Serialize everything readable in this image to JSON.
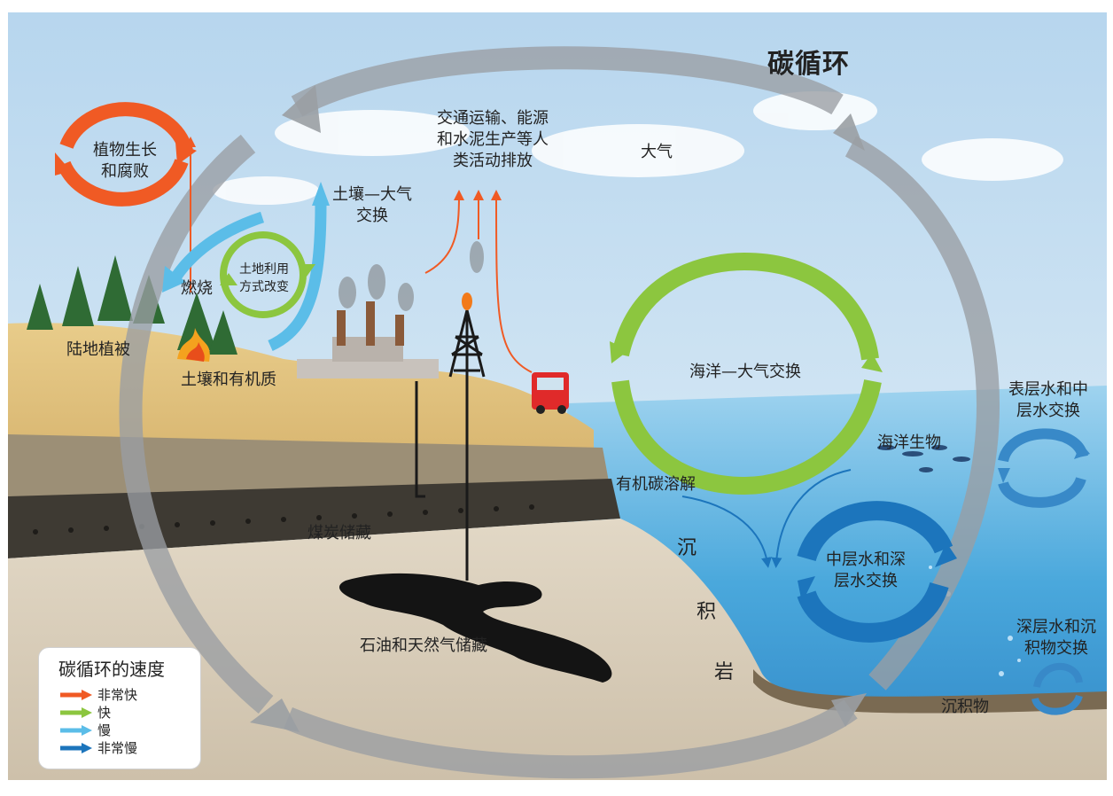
{
  "title": "碳循环",
  "labels": {
    "atmosphere": "大气",
    "plant_growth": [
      "植物生长",
      "和腐败"
    ],
    "human_emissions": [
      "交通运输、能源",
      "和水泥生产等人",
      "类活动排放"
    ],
    "soil_air": [
      "土壤—大气",
      "交换"
    ],
    "burning": "燃烧",
    "land_use": [
      "土地利用",
      "方式改变"
    ],
    "land_veg": "陆地植被",
    "soil_organic": "土壤和有机质",
    "ocean_air": "海洋—大气交换",
    "surface_mid": [
      "表层水和中",
      "层水交换"
    ],
    "marine_life": "海洋生物",
    "organic_dissolve": "有机碳溶解",
    "coal": "煤炭储藏",
    "sedimentary_rock": [
      "沉",
      "积",
      "岩"
    ],
    "mid_deep": [
      "中层水和深",
      "层水交换"
    ],
    "oil_gas": "石油和天然气储藏",
    "deep_sediment": [
      "深层水和沉",
      "积物交换"
    ],
    "sediment": "沉积物"
  },
  "legend": {
    "title": "碳循环的速度",
    "items": [
      {
        "label": "非常快",
        "color": "#f05a24"
      },
      {
        "label": "快",
        "color": "#8cc63f"
      },
      {
        "label": "慢",
        "color": "#5bbde8"
      },
      {
        "label": "非常慢",
        "color": "#1c75bc"
      }
    ]
  },
  "colors": {
    "very_fast": "#f05a24",
    "fast": "#8cc63f",
    "slow": "#5bbde8",
    "very_slow": "#1c75bc",
    "main_cycle": "#9a9ea3"
  }
}
